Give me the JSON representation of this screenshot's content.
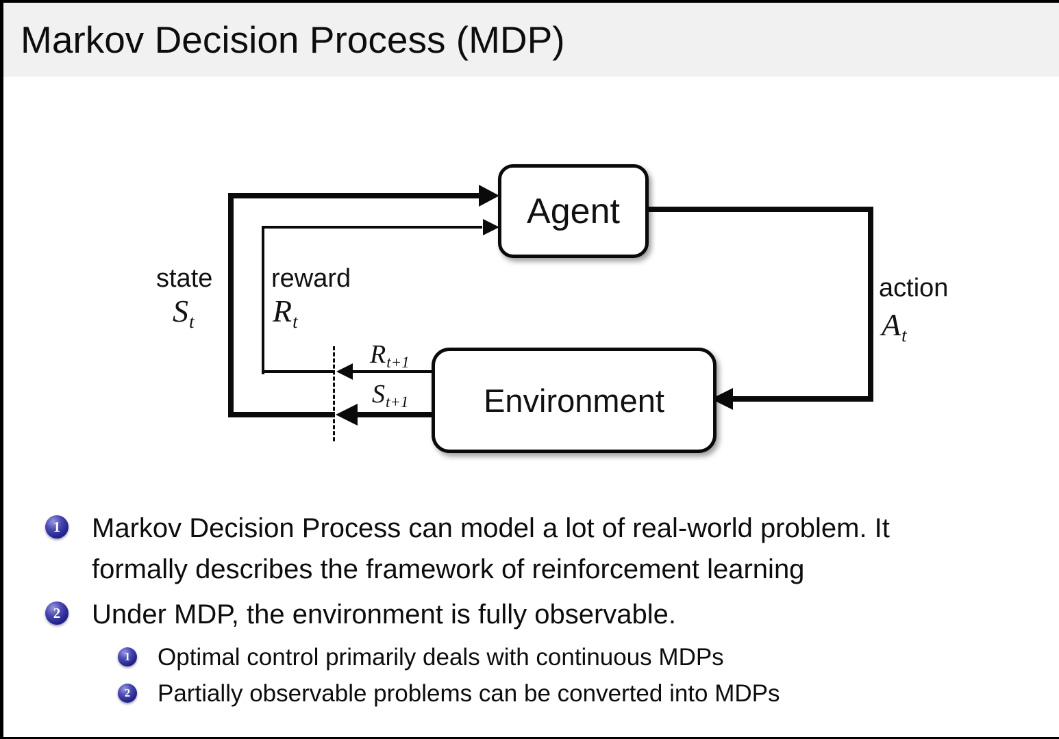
{
  "header": {
    "title": "Markov Decision Process (MDP)"
  },
  "diagram": {
    "agent_label": "Agent",
    "environment_label": "Environment",
    "state_label": "state",
    "state_symbol": {
      "base": "S",
      "sub": "t"
    },
    "reward_label": "reward",
    "reward_symbol": {
      "base": "R",
      "sub": "t"
    },
    "action_label": "action",
    "action_symbol": {
      "base": "A",
      "sub": "t"
    },
    "next_reward_symbol": {
      "base": "R",
      "sub": "t+1"
    },
    "next_state_symbol": {
      "base": "S",
      "sub": "t+1"
    }
  },
  "bullets": [
    {
      "number": "1",
      "lines": [
        "Markov Decision Process can model a lot of real-world problem. It",
        "formally describes the framework of reinforcement learning"
      ]
    },
    {
      "number": "2",
      "lines": [
        "Under MDP, the environment is fully observable."
      ],
      "subitems": [
        {
          "number": "1",
          "text": "Optimal control primarily deals with continuous MDPs"
        },
        {
          "number": "2",
          "text": "Partially observable problems can be converted into MDPs"
        }
      ]
    }
  ],
  "colors": {
    "header_background": "#f1f1f1",
    "diagram_ink": "#0a0a0a",
    "bullet_ball": "#22228c",
    "text": "#0d0d0d"
  }
}
